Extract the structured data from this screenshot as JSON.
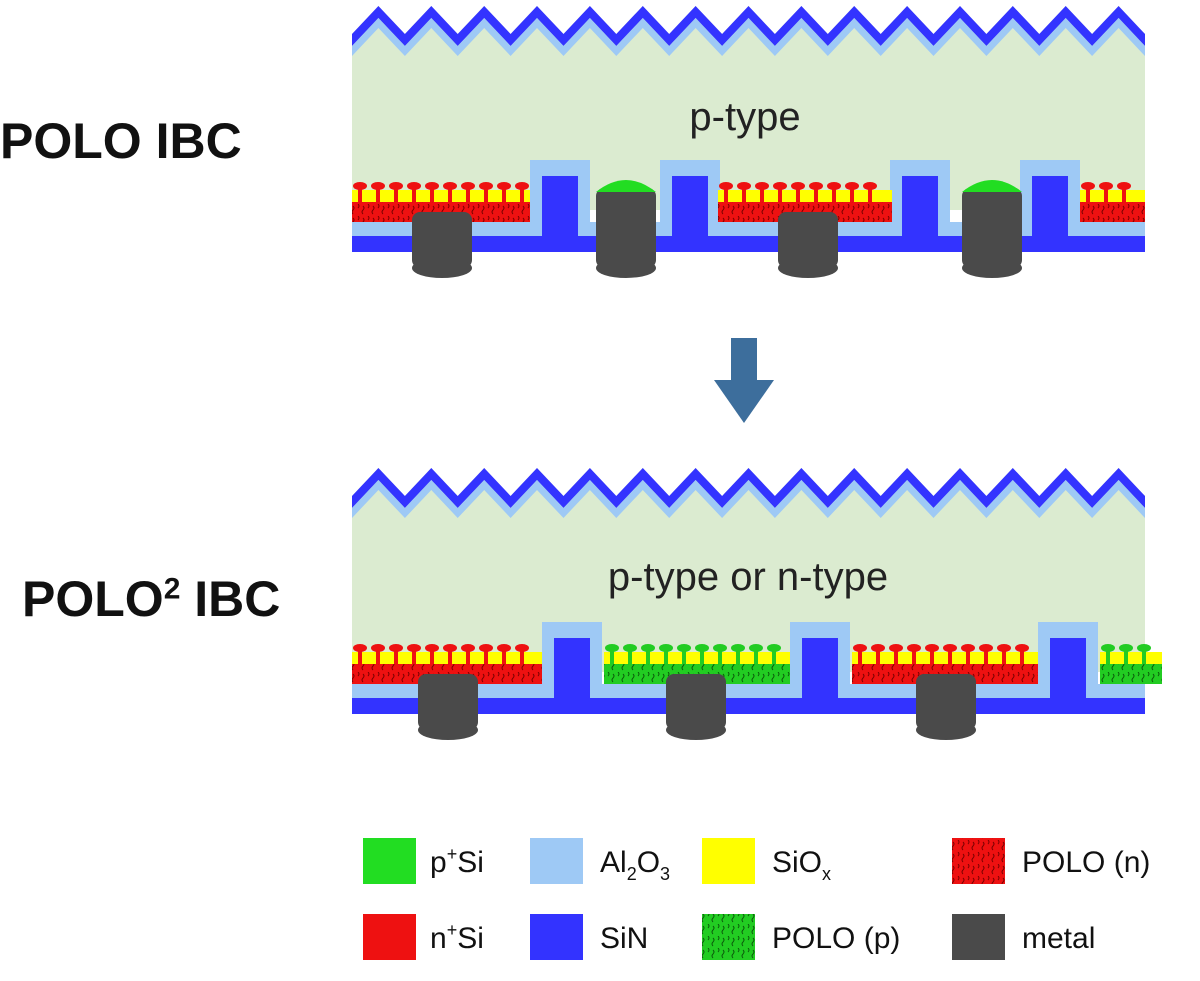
{
  "rows": [
    {
      "label_main": "POLO IBC",
      "label_sup": "",
      "label_tail": "",
      "bulk_text": "p-type"
    },
    {
      "label_main": "POLO",
      "label_sup": "2",
      "label_tail": " IBC",
      "bulk_text": "p-type or n-type"
    }
  ],
  "legend": [
    {
      "name": "p+Si",
      "base": "p",
      "sup": "+",
      "rest": "Si",
      "color": "#22dd22"
    },
    {
      "name": "Al2O3",
      "base": "Al",
      "sub1": "2",
      "mid": "O",
      "sub2": "3",
      "color": "#9ec9f5"
    },
    {
      "name": "SiOx",
      "base": "SiO",
      "sub1": "x",
      "color": "#ffff00"
    },
    {
      "name": "POLO (n)",
      "base": "POLO (n)",
      "color": "#ee1111",
      "pattern": true
    },
    {
      "name": "n+Si",
      "base": "n",
      "sup": "+",
      "rest": "Si",
      "color": "#ee1111"
    },
    {
      "name": "SiN",
      "base": "SiN",
      "color": "#3333ff"
    },
    {
      "name": "POLO (p)",
      "base": "POLO (p)",
      "color": "#22cc22",
      "pattern": true
    },
    {
      "name": "metal",
      "base": "metal",
      "color": "#4a4a4a"
    }
  ],
  "colors": {
    "bulk": "#dbebd0",
    "sin": "#3333ff",
    "al2o3": "#9ec9f5",
    "sio": "#ffff00",
    "polo_n": "#ee1111",
    "polo_p": "#22cc22",
    "metal": "#4a4a4a",
    "p_si": "#22dd22",
    "arrow": "#3d6e9c"
  }
}
